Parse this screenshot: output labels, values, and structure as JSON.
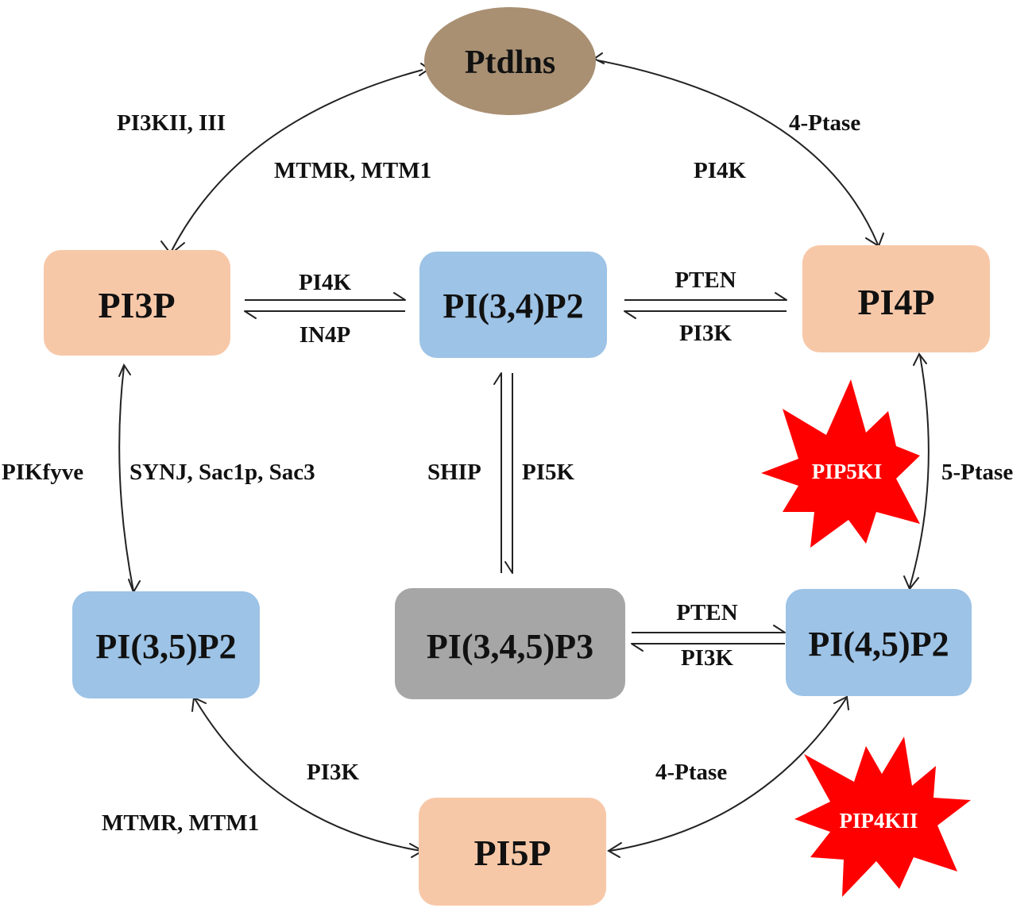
{
  "colors": {
    "ptdins": "#a99073",
    "monophosphate": "#f7c8a8",
    "bisphosphate": "#9dc3e6",
    "trisphosphate": "#a6a6a6",
    "burst": "#ff0000"
  },
  "nodes": {
    "ptdins": "Ptdlns",
    "pi3p": "PI3P",
    "pi34p2": "PI(3,4)P2",
    "pi4p": "PI4P",
    "pi35p2": "PI(3,5)P2",
    "pi345p3": "PI(3,4,5)P3",
    "pi45p2": "PI(4,5)P2",
    "pi5p": "PI5P"
  },
  "enzymes": {
    "pi3kii_iii": "PI3KII, III",
    "mtmr_mtm1_top": "MTMR, MTM1",
    "ptase4_top": "4-Ptase",
    "pi4k_top": "PI4K",
    "pi4k_mid": "PI4K",
    "in4p": "IN4P",
    "pten_top": "PTEN",
    "pi3k_top": "PI3K",
    "pikfyve": "PIKfyve",
    "synj_sac": "SYNJ, Sac1p, Sac3",
    "ship": "SHIP",
    "pi5k": "PI5K",
    "ptase5": "5-Ptase",
    "pten_bottom": "PTEN",
    "pi3k_bottom": "PI3K",
    "pi3k_lower_left": "PI3K",
    "mtmr_mtm1_bottom": "MTMR, MTM1",
    "ptase4_bottom": "4-Ptase"
  },
  "highlights": {
    "pip5ki": "PIP5KI",
    "pip4kii": "PIP4KII"
  }
}
